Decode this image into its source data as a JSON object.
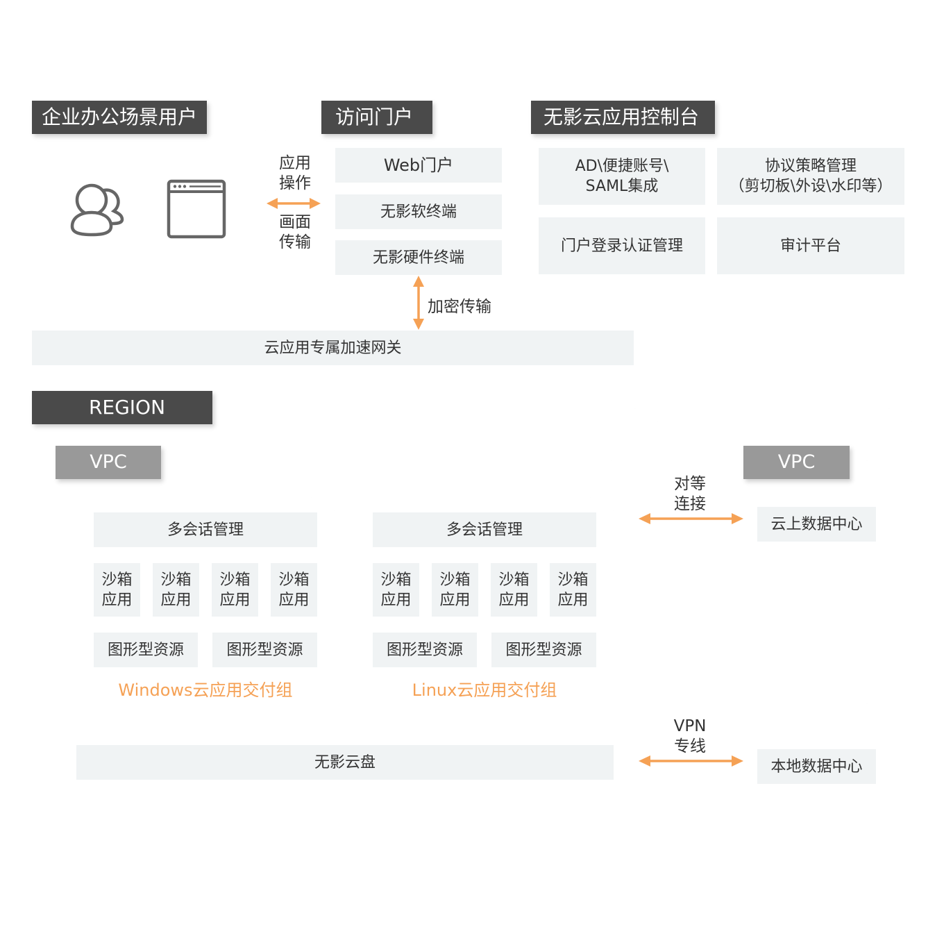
{
  "colors": {
    "accent_orange": "#f5a155",
    "title_dark": "#4a4a4a",
    "title_gray": "#999999",
    "box_fill": "#f0f3f4",
    "text": "#333333"
  },
  "users": {
    "title": "企业办公场景用户",
    "icons": [
      "users-icon",
      "browser-window-icon"
    ]
  },
  "link_users_portal": {
    "line1": "应用",
    "line2": "操作",
    "line3": "画面",
    "line4": "传输"
  },
  "portal": {
    "title": "访问门户",
    "items": [
      "Web门户",
      "无影软终端",
      "无影硬件终端"
    ]
  },
  "link_encrypted": {
    "label": "加密传输"
  },
  "console": {
    "title": "无影云应用控制台",
    "items": [
      {
        "line1": "AD\\便捷账号\\",
        "line2": "SAML集成"
      },
      {
        "line1": "协议策略管理",
        "line2": "（剪切板\\外设\\水印等）"
      },
      {
        "line1": "门户登录认证管理",
        "line2": ""
      },
      {
        "line1": "审计平台",
        "line2": ""
      }
    ]
  },
  "gateway": {
    "label": "云应用专属加速网关"
  },
  "region": {
    "title": "REGION",
    "vpc": {
      "title": "VPC",
      "groups": [
        {
          "session": "多会话管理",
          "sandboxes": [
            {
              "l1": "沙箱",
              "l2": "应用"
            },
            {
              "l1": "沙箱",
              "l2": "应用"
            },
            {
              "l1": "沙箱",
              "l2": "应用"
            },
            {
              "l1": "沙箱",
              "l2": "应用"
            }
          ],
          "resources": [
            "图形型资源",
            "图形型资源"
          ],
          "name": "Windows云应用交付组"
        },
        {
          "session": "多会话管理",
          "sandboxes": [
            {
              "l1": "沙箱",
              "l2": "应用"
            },
            {
              "l1": "沙箱",
              "l2": "应用"
            },
            {
              "l1": "沙箱",
              "l2": "应用"
            },
            {
              "l1": "沙箱",
              "l2": "应用"
            }
          ],
          "resources": [
            "图形型资源",
            "图形型资源"
          ],
          "name": "Linux云应用交付组"
        }
      ],
      "disk": "无影云盘"
    }
  },
  "link_peering": {
    "line1": "对等",
    "line2": "连接"
  },
  "link_vpn": {
    "line1": "VPN",
    "line2": "专线"
  },
  "remote": {
    "vpc_title": "VPC",
    "cloud_dc": "云上数据中心",
    "local_dc": "本地数据中心"
  }
}
